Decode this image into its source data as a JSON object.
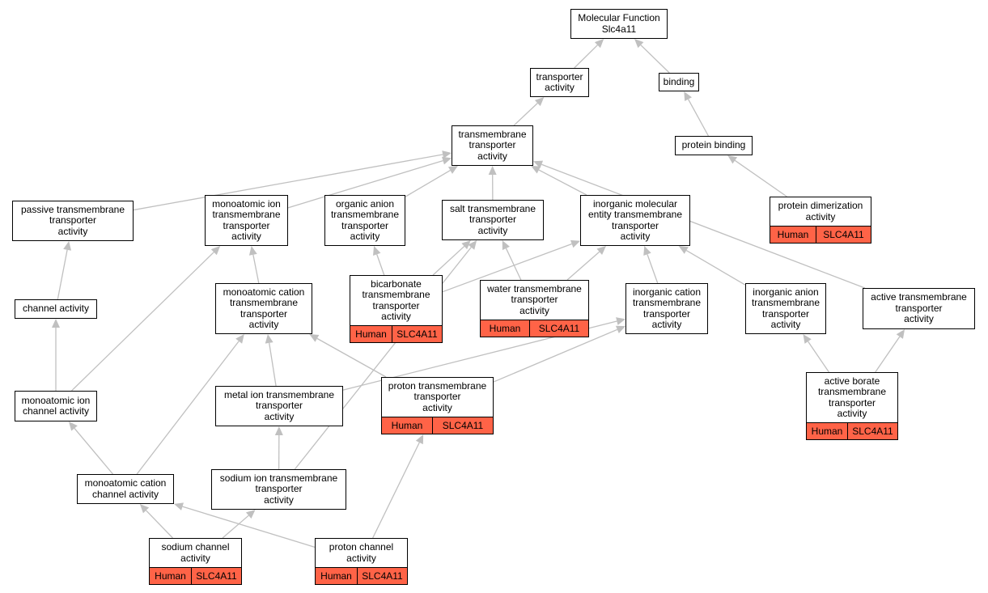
{
  "nodes": [
    {
      "id": "mf",
      "lines": [
        "Molecular Function",
        "Slc4a11"
      ]
    },
    {
      "id": "transporter",
      "lines": [
        "transporter",
        "activity"
      ]
    },
    {
      "id": "binding",
      "lines": [
        "binding"
      ]
    },
    {
      "id": "tmt",
      "lines": [
        "transmembrane",
        "transporter",
        "activity"
      ]
    },
    {
      "id": "protein_binding",
      "lines": [
        "protein binding"
      ]
    },
    {
      "id": "passive",
      "lines": [
        "passive transmembrane",
        "transporter",
        "activity"
      ]
    },
    {
      "id": "monoion",
      "lines": [
        "monoatomic ion",
        "transmembrane",
        "transporter",
        "activity"
      ]
    },
    {
      "id": "organic_anion",
      "lines": [
        "organic anion",
        "transmembrane",
        "transporter",
        "activity"
      ]
    },
    {
      "id": "salt",
      "lines": [
        "salt transmembrane",
        "transporter",
        "activity"
      ]
    },
    {
      "id": "inorganic_mol",
      "lines": [
        "inorganic molecular",
        "entity transmembrane",
        "transporter",
        "activity"
      ]
    },
    {
      "id": "dimer",
      "lines": [
        "protein dimerization",
        "activity"
      ],
      "annotation": [
        "Human",
        "SLC4A11"
      ]
    },
    {
      "id": "channel",
      "lines": [
        "channel activity"
      ]
    },
    {
      "id": "monocation",
      "lines": [
        "monoatomic cation",
        "transmembrane",
        "transporter",
        "activity"
      ]
    },
    {
      "id": "bicarb",
      "lines": [
        "bicarbonate",
        "transmembrane",
        "transporter",
        "activity"
      ],
      "annotation": [
        "Human",
        "SLC4A11"
      ]
    },
    {
      "id": "water",
      "lines": [
        "water transmembrane",
        "transporter",
        "activity"
      ],
      "annotation": [
        "Human",
        "SLC4A11"
      ]
    },
    {
      "id": "inorg_cation",
      "lines": [
        "inorganic cation",
        "transmembrane",
        "transporter",
        "activity"
      ]
    },
    {
      "id": "inorg_anion",
      "lines": [
        "inorganic anion",
        "transmembrane",
        "transporter",
        "activity"
      ]
    },
    {
      "id": "active",
      "lines": [
        "active transmembrane",
        "transporter",
        "activity"
      ]
    },
    {
      "id": "monoion_channel",
      "lines": [
        "monoatomic ion",
        "channel activity"
      ]
    },
    {
      "id": "metal",
      "lines": [
        "metal ion transmembrane",
        "transporter",
        "activity"
      ]
    },
    {
      "id": "proton_tmt",
      "lines": [
        "proton transmembrane",
        "transporter",
        "activity"
      ],
      "annotation": [
        "Human",
        "SLC4A11"
      ]
    },
    {
      "id": "borate",
      "lines": [
        "active borate",
        "transmembrane",
        "transporter",
        "activity"
      ],
      "annotation": [
        "Human",
        "SLC4A11"
      ]
    },
    {
      "id": "monocation_channel",
      "lines": [
        "monoatomic cation",
        "channel activity"
      ]
    },
    {
      "id": "sodium_tmt",
      "lines": [
        "sodium ion transmembrane",
        "transporter",
        "activity"
      ]
    },
    {
      "id": "sodium_channel",
      "lines": [
        "sodium channel",
        "activity"
      ],
      "annotation": [
        "Human",
        "SLC4A11"
      ]
    },
    {
      "id": "proton_channel",
      "lines": [
        "proton channel",
        "activity"
      ],
      "annotation": [
        "Human",
        "SLC4A11"
      ]
    }
  ],
  "edges": [
    [
      "transporter",
      "mf"
    ],
    [
      "binding",
      "mf"
    ],
    [
      "tmt",
      "transporter"
    ],
    [
      "protein_binding",
      "binding"
    ],
    [
      "passive",
      "tmt"
    ],
    [
      "monoion",
      "tmt"
    ],
    [
      "organic_anion",
      "tmt"
    ],
    [
      "salt",
      "tmt"
    ],
    [
      "inorganic_mol",
      "tmt"
    ],
    [
      "active",
      "tmt"
    ],
    [
      "dimer",
      "protein_binding"
    ],
    [
      "channel",
      "passive"
    ],
    [
      "monocation",
      "monoion"
    ],
    [
      "bicarb",
      "organic_anion"
    ],
    [
      "bicarb",
      "salt"
    ],
    [
      "bicarb",
      "inorganic_mol"
    ],
    [
      "water",
      "salt"
    ],
    [
      "water",
      "inorganic_mol"
    ],
    [
      "inorg_cation",
      "inorganic_mol"
    ],
    [
      "inorg_anion",
      "inorganic_mol"
    ],
    [
      "monoion_channel",
      "channel"
    ],
    [
      "monoion_channel",
      "monoion"
    ],
    [
      "metal",
      "monocation"
    ],
    [
      "metal",
      "inorg_cation"
    ],
    [
      "proton_tmt",
      "monocation"
    ],
    [
      "proton_tmt",
      "inorg_cation"
    ],
    [
      "borate",
      "inorg_anion"
    ],
    [
      "borate",
      "active"
    ],
    [
      "monocation_channel",
      "monoion_channel"
    ],
    [
      "monocation_channel",
      "monocation"
    ],
    [
      "sodium_tmt",
      "metal"
    ],
    [
      "sodium_tmt",
      "salt"
    ],
    [
      "sodium_channel",
      "monocation_channel"
    ],
    [
      "sodium_channel",
      "sodium_tmt"
    ],
    [
      "proton_channel",
      "monocation_channel"
    ],
    [
      "proton_channel",
      "proton_tmt"
    ]
  ],
  "colors": {
    "annotation_fill": "#ff6347",
    "edge": "#c0c0c0"
  }
}
